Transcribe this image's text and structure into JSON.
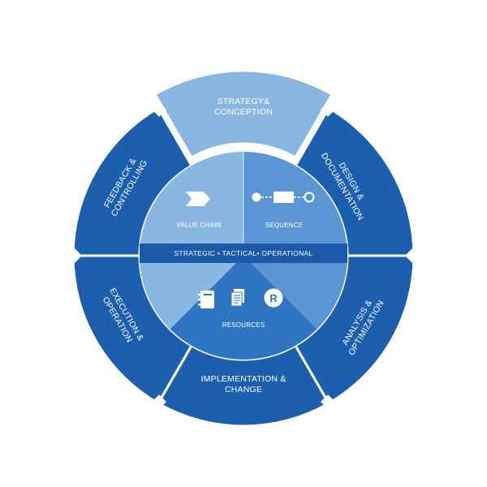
{
  "colors": {
    "ring_dark": "#1b5fae",
    "ring_highlight": "#8ab7e2",
    "ring_stroke": "#ffffff",
    "inner_top_left": "#8ab7e2",
    "inner_top_right": "#5c95d3",
    "inner_bottom": "#2f75c3",
    "inner_bottom_mid": "#5c95d3",
    "band": "#1a5aa8",
    "icon": "#ffffff"
  },
  "segments": {
    "strategy": {
      "line1": "STRATEGY&",
      "line2": "CONCEPTION"
    },
    "design": {
      "line1": "DESIGN &",
      "line2": "DOCUMENTATION"
    },
    "analysis": {
      "line1": "ANALYSIS &",
      "line2": "OPTIMIZATION"
    },
    "implementation": {
      "line1": "IMPLEMENTATION &",
      "line2": "CHANGE"
    },
    "execution": {
      "line1": "EXECUTION &",
      "line2": "OPERATION"
    },
    "feedback": {
      "line1": "FEEDBACK &",
      "line2": "CONTROLLING"
    }
  },
  "inner": {
    "value_chain": "VALUE CHAIN",
    "sequence": "SEQUENCE",
    "band": "STRATEGIC • TACTICAL• OPERATIONAL",
    "resources": "RESOURCES",
    "resource_badge": "R"
  },
  "icons": {
    "value_chain": "chevron-arrow-icon",
    "sequence": "process-sequence-icon",
    "resources": [
      "notebook-icon",
      "document-icon",
      "registered-badge-icon"
    ]
  }
}
